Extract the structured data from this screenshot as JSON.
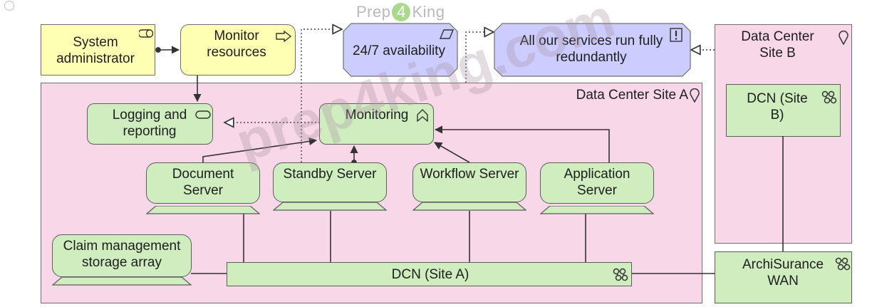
{
  "watermark": {
    "top_left": "Prep",
    "top_digit": "4",
    "top_right": "King",
    "diagonal": "prep4king.com"
  },
  "elements": {
    "system_administrator": "System administrator",
    "monitor_resources": "Monitor resources",
    "availability": "24/7 availability",
    "redundant": "All our services run fully redundantly",
    "data_center_b": "Data Center Site B",
    "data_center_a": "Data Center Site A",
    "logging_reporting": "Logging and reporting",
    "monitoring": "Monitoring",
    "dcn_b": "DCN (Site B)",
    "document_server": "Document Server",
    "standby_server": "Standby Server",
    "workflow_server": "Workflow Server",
    "application_server": "Application Server",
    "claim_storage": "Claim management storage array",
    "dcn_a": "DCN (Site A)",
    "wan": "ArchiSurance WAN"
  },
  "icons": {
    "actor": "role-icon",
    "process": "process-arrow-icon",
    "requirement": "requirement-icon",
    "principle": "principle-icon",
    "location": "location-pin-icon",
    "application_service": "service-icon",
    "system_software": "function-chevron-icon",
    "network": "network-icon"
  },
  "colors": {
    "business": "#ffffb3",
    "motivation": "#ccccff",
    "location": "#f7d7e8",
    "technology": "#cfedbf",
    "line": "#333333"
  }
}
